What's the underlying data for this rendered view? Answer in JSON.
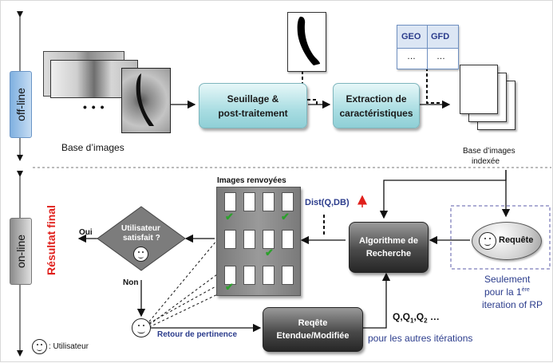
{
  "phases": {
    "offline": "off-line",
    "online": "on-line"
  },
  "offline": {
    "image_base_label": "Base d’images",
    "ellipsis": "• • •",
    "seuillage": [
      "Seuillage &",
      "post-traitement"
    ],
    "extraction": [
      "Extraction de",
      "caractéristiques"
    ],
    "feature_table": {
      "headers": [
        "GEO",
        "GFD"
      ],
      "row": [
        "…",
        "…"
      ]
    },
    "indexed_base_label": [
      "Base d’images",
      "indexée"
    ]
  },
  "online": {
    "images_returned_label": "Images renvoyées",
    "dist_label": "Dist(Q,DB)",
    "algorithm": [
      "Algorithme de",
      "Recherche"
    ],
    "query": "Requête",
    "only_first": [
      "Seulement",
      "pour la 1",
      "ère",
      "iteration of RP"
    ],
    "decision": [
      "Utilisateur",
      "satisfait ?"
    ],
    "oui": "Oui",
    "non": "Non",
    "final_result": "Résultat final",
    "feedback_label": "Retour de pertinence",
    "expanded_query": [
      "Reqête",
      "Etendue/Modifiée"
    ],
    "queries_seq": [
      "Q,Q",
      "1",
      ",Q",
      "2",
      " …"
    ],
    "other_iterations": "pour les autres itérations",
    "legend": ": Utilisateur"
  },
  "colors": {
    "accent_red": "#e0201c",
    "label_blue": "#2b3c8c",
    "box_blue": "#a9dde2",
    "box_dark": "#3a3a3a",
    "tab_blue": "#9fc3e8"
  }
}
